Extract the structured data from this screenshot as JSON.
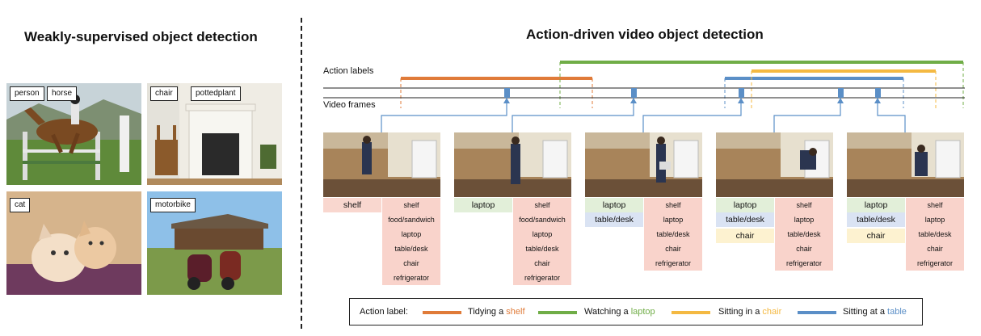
{
  "left": {
    "title": "Weakly-supervised object detection",
    "photos": [
      {
        "labels": [
          "person",
          "horse"
        ]
      },
      {
        "labels": [
          "chair",
          "pottedplant"
        ]
      },
      {
        "labels": [
          "cat"
        ]
      },
      {
        "labels": [
          "motorbike"
        ]
      }
    ]
  },
  "right": {
    "title": "Action-driven video object detection",
    "row_labels": {
      "actions": "Action labels",
      "frames": "Video frames"
    },
    "frames": [
      {
        "tags": [
          "shelf"
        ],
        "objects": [
          "shelf",
          "food/sandwich",
          "laptop",
          "table/desk",
          "chair",
          "refrigerator"
        ]
      },
      {
        "tags": [
          "laptop"
        ],
        "objects": [
          "shelf",
          "food/sandwich",
          "laptop",
          "table/desk",
          "chair",
          "refrigerator"
        ]
      },
      {
        "tags": [
          "laptop",
          "table/desk"
        ],
        "objects": [
          "shelf",
          "laptop",
          "table/desk",
          "chair",
          "refrigerator"
        ]
      },
      {
        "tags": [
          "laptop",
          "table/desk",
          "chair"
        ],
        "objects": [
          "shelf",
          "laptop",
          "table/desk",
          "chair",
          "refrigerator"
        ]
      },
      {
        "tags": [
          "laptop",
          "table/desk",
          "chair"
        ],
        "objects": [
          "shelf",
          "laptop",
          "table/desk",
          "chair",
          "refrigerator"
        ]
      }
    ]
  },
  "legend": {
    "heading": "Action label:",
    "items": [
      {
        "prefix": "Tidying a ",
        "object": "shelf",
        "color": "#e07b39"
      },
      {
        "prefix": "Watching a ",
        "object": "laptop",
        "color": "#70ad47"
      },
      {
        "prefix": "Sitting in a ",
        "object": "chair",
        "color": "#f4b942"
      },
      {
        "prefix": "Sitting at a ",
        "object": "table",
        "color": "#5b8fc7"
      }
    ]
  },
  "colors": {
    "shelf_bg": "#f9d7cf",
    "laptop_bg": "#e2efd9",
    "table_bg": "#dae3f3",
    "chair_bg": "#fdf2d0",
    "objects_bg": "#f9d3cb"
  }
}
